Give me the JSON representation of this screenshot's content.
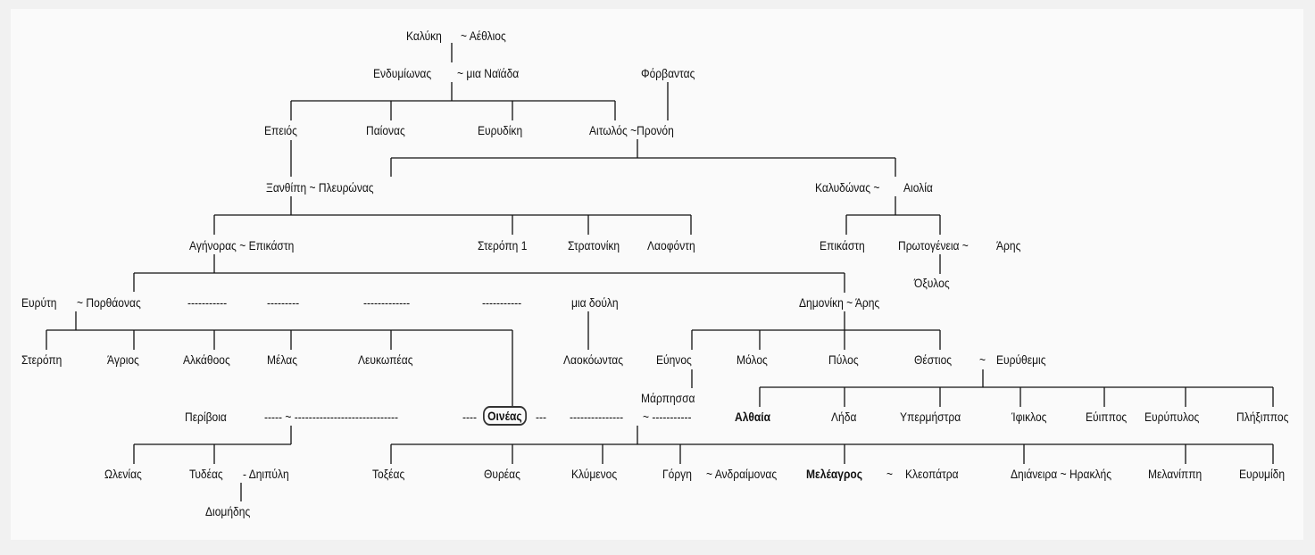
{
  "diagram": {
    "type": "family-tree",
    "nodes": [
      "Καλύκη",
      "~ Αέθλιος",
      "Ενδυμίωνας",
      "~ μια Ναϊάδα",
      "Φόρβαντας",
      "Επειός",
      "Παίονας",
      "Ευρυδίκη",
      "Αιτωλός ~Προνόη",
      "Ξανθίπη ~ Πλευρώνας",
      "Καλυδώνας ~",
      "Αιολία",
      "Αγήνορας ~ Επικάστη",
      "Στερόπη 1",
      "Στρατονίκη",
      "Λαοφόντη",
      "Επικάστη",
      "Πρωτογένεια ~",
      "Άρης",
      "Όξυλος",
      "Ευρύτη",
      "~ Πορθάονας",
      "-----------",
      "---------",
      "-------------",
      "-----------",
      "μια δούλη",
      "Δημονίκη ~ Άρης",
      "Στερόπη",
      "Άγριος",
      "Αλκάθοος",
      "Μέλας",
      "Λευκωπέας",
      "Λαοκόωντας",
      "Εύηνος",
      "Μόλος",
      "Πύλος",
      "Θέστιος",
      "~",
      "Ευρύθεμις",
      "Μάρπησσα",
      "Περίβοια",
      "----- ~ -----------------------------",
      "----",
      "Οινέας",
      "---",
      "---------------",
      "~ -----------",
      "Αλθαία",
      "Λήδα",
      "Υπερμήστρα",
      "Ίφικλος",
      "Εύιππος",
      "Ευρύπυλος",
      "Πλήξιππος",
      "Ωλενίας",
      "Τυδέας",
      "- Δηιπύλη",
      "Τοξέας",
      "Θυρέας",
      "Κλύμενος",
      "Γόργη",
      "~ Ανδραίμονας",
      "Μελέαγρος",
      "~",
      "Κλεοπάτρα",
      "Δηιάνειρα ~ Ηρακλής",
      "Μελανίππη",
      "Ευρυμίδη",
      "Διομήδης"
    ],
    "highlighted": [
      "Οινέας"
    ],
    "bold": [
      "Αλθαία",
      "Μελέαγρος",
      "Οινέας"
    ]
  }
}
